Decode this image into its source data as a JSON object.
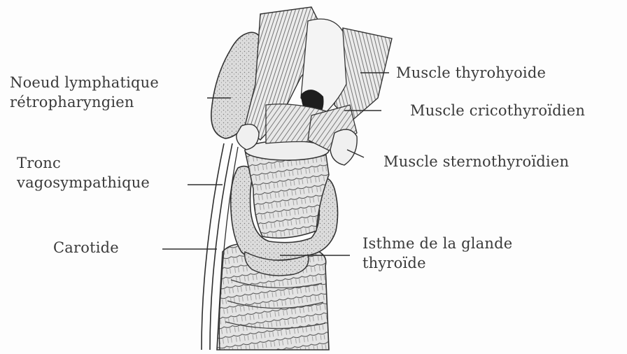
{
  "diagram": {
    "labels": {
      "noeud_line1": "Noeud lymphatique",
      "noeud_line2": "rétropharyngien",
      "tronc_line1": "Tronc",
      "tronc_line2": "vagosympathique",
      "carotide": "Carotide",
      "thyrohyoide": "Muscle thyrohyoide",
      "cricothyroidien": "Muscle cricothyroïdien",
      "sternothyroidien": "Muscle sternothyroïdien",
      "isthme_line1": "Isthme de la glande",
      "isthme_line2": "thyroïde"
    },
    "colors": {
      "ink": "#3a3a3a",
      "paper": "#fdfdfd",
      "gland_fill": "#d9d9d9",
      "muscle_fill": "#e6e6e6"
    }
  }
}
